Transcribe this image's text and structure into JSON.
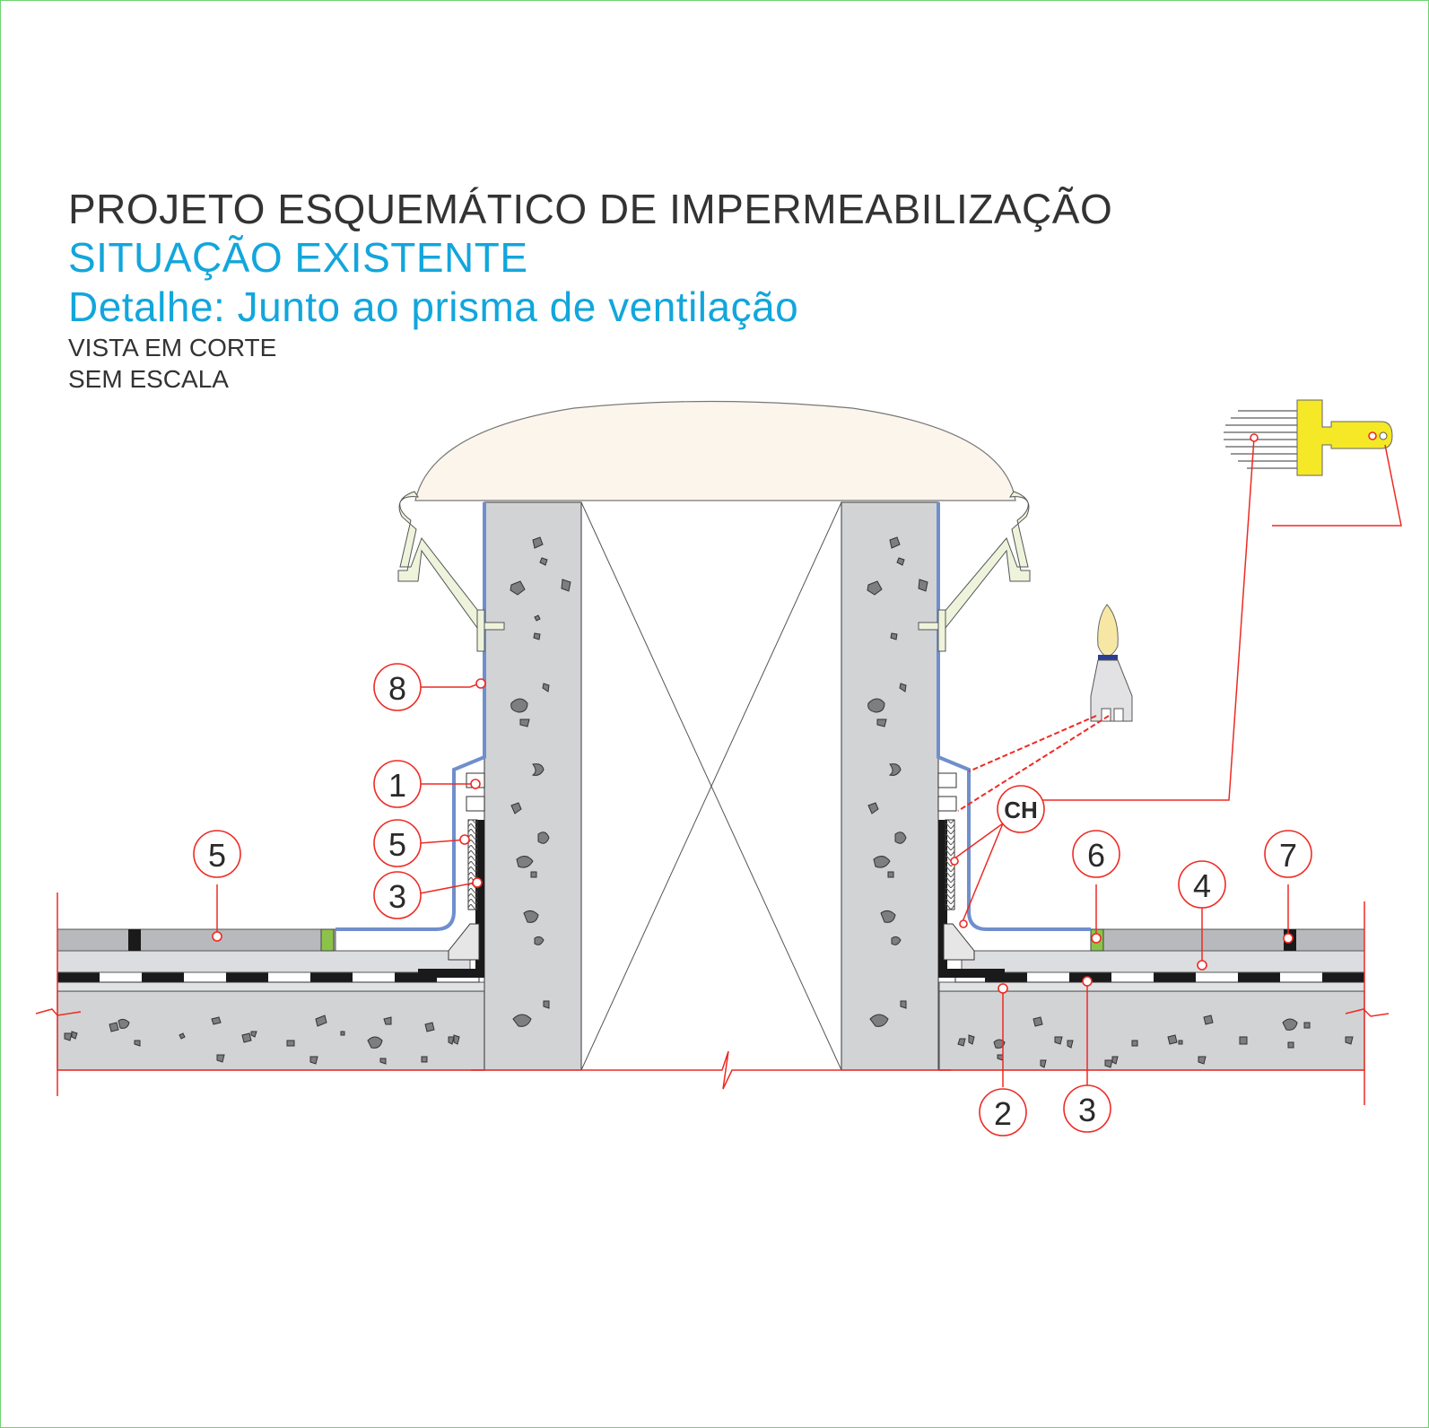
{
  "title": {
    "main": "PROJETO ESQUEMÁTICO DE IMPERMEABILIZAÇÃO",
    "situation": "SITUAÇÃO EXISTENTE",
    "detail": "Detalhe: Junto ao prisma de ventilação",
    "view": "VISTA EM CORTE",
    "scale": "SEM ESCALA"
  },
  "callouts": {
    "c8": "8",
    "c1": "1",
    "c5_wall": "5",
    "c3_wall": "3",
    "c5_left": "5",
    "c6": "6",
    "c7": "7",
    "c4": "4",
    "c2": "2",
    "c3_bottom": "3",
    "ch": "CH"
  },
  "colors": {
    "concrete": "#d2d3d5",
    "membrane": "#6f8fcc",
    "leader": "#ee2a24",
    "dome": "#fcf5ec",
    "brush": "#f5e826",
    "frame": "#6fd36f"
  },
  "icons": [
    "roller-brush-icon",
    "paint-brush-icon"
  ]
}
